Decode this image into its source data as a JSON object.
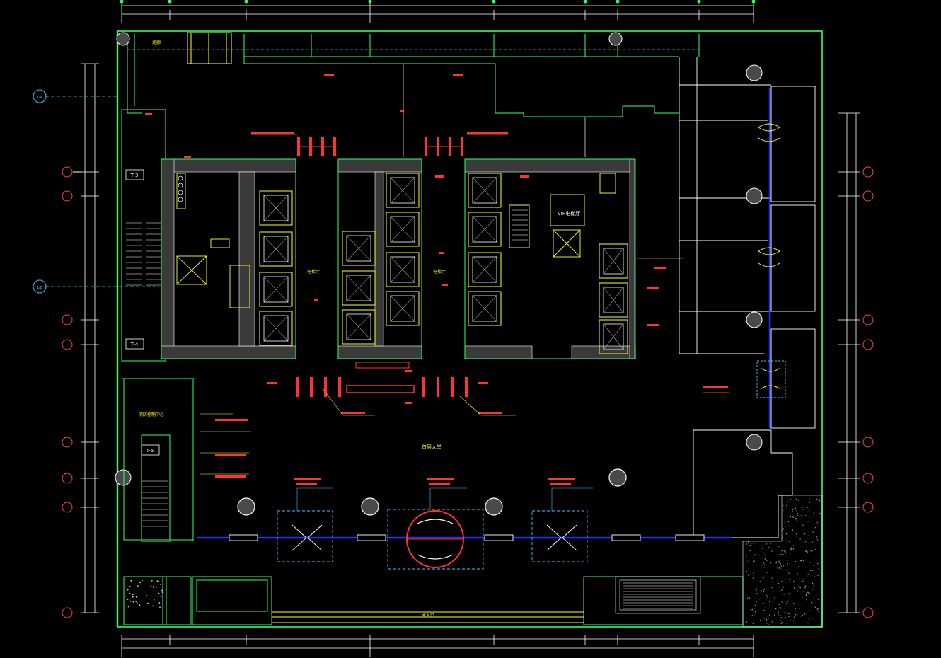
{
  "colors": {
    "background": "#000000",
    "wall": "#33ff66",
    "dimension": "#ffffff",
    "annotation": "#ff3333",
    "fixture": "#ffff33",
    "axis": "#33ccff",
    "glazing": "#2233ff",
    "core": "#3a3a3a"
  },
  "rooms": {
    "north_corridor": "走廊",
    "lift_hall_1": "电梯厅",
    "lift_hall_2": "电梯厅",
    "vip_hall": "VIP电梯厅",
    "main_lobby": "首层大堂",
    "entrance": "主入口",
    "fire_control": "消防控制中心"
  },
  "stairs": {
    "t3": "T-3",
    "t4": "T-4",
    "t5": "T-5"
  },
  "axis_bubbles": {
    "left_extra_1": "1/A",
    "left_extra_2": "1/B"
  }
}
